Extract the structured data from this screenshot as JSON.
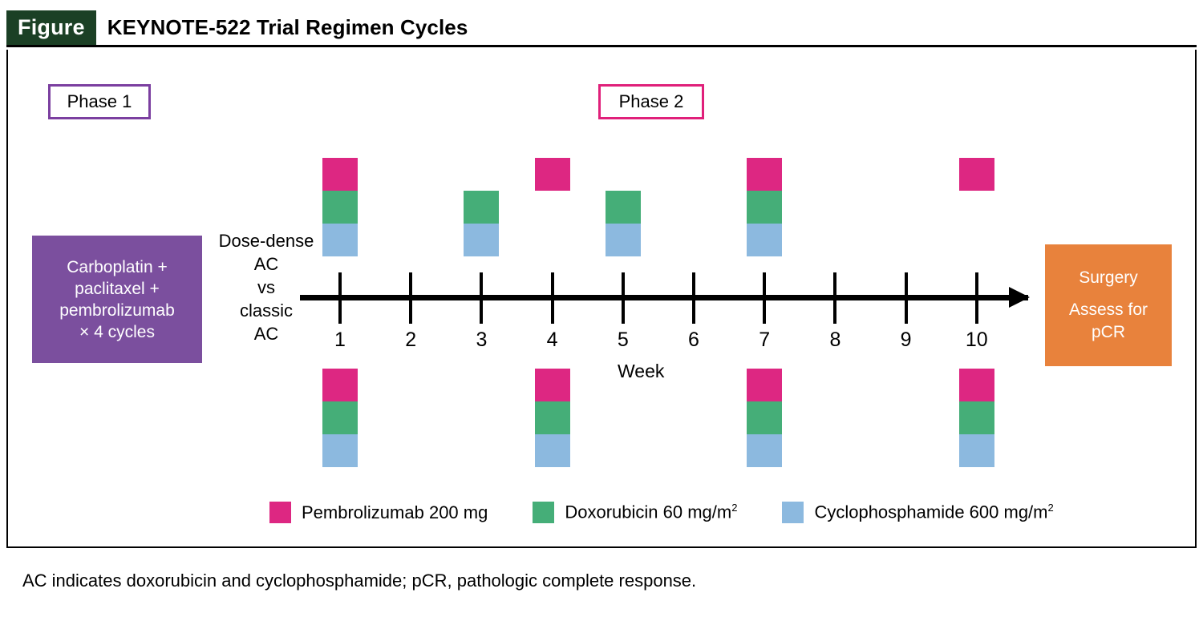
{
  "header": {
    "badge": "Figure",
    "title": "KEYNOTE-522 Trial Regimen Cycles"
  },
  "phases": [
    {
      "id": "phase-1",
      "label": "Phase 1",
      "border_color": "#7b3fa0"
    },
    {
      "id": "phase-2",
      "label": "Phase 2",
      "border_color": "#e0207a"
    }
  ],
  "induction_box": {
    "background": "#7b4f9e",
    "lines": [
      "Carboplatin +",
      "paclitaxel +",
      "pembrolizumab",
      "× 4 cycles"
    ]
  },
  "surgery_box": {
    "background": "#e8823c",
    "line1": "Surgery",
    "line2": "Assess for",
    "line3": "pCR"
  },
  "arm_label": {
    "lines": [
      "Dose-dense",
      "AC",
      "vs",
      "classic",
      "AC"
    ]
  },
  "axis": {
    "title": "Week",
    "ticks": [
      "1",
      "2",
      "3",
      "4",
      "5",
      "6",
      "7",
      "8",
      "9",
      "10"
    ]
  },
  "legend": [
    {
      "label": "Pembrolizumab 200 mg",
      "color": "#dd2782",
      "sup": ""
    },
    {
      "label": "Doxorubicin 60 mg/m",
      "color": "#45ae78",
      "sup": "2"
    },
    {
      "label": "Cyclophosphamide 600 mg/m",
      "color": "#8cb9df",
      "sup": "2"
    }
  ],
  "footnote": "AC indicates doxorubicin and cyclophosphamide; pCR, pathologic complete response.",
  "chart_data": {
    "type": "bar",
    "title": "KEYNOTE-522 Trial Regimen Cycles",
    "xlabel": "Week",
    "ylabel": "",
    "x": [
      1,
      2,
      3,
      4,
      5,
      6,
      7,
      8,
      9,
      10
    ],
    "xlim": [
      1,
      10
    ],
    "grid": false,
    "legend_position": "bottom",
    "drug_colors": {
      "pembrolizumab": "#dd2782",
      "doxorubicin": "#45ae78",
      "cyclophosphamide": "#8cb9df"
    },
    "rows": [
      {
        "name": "Dose-dense AC",
        "position": "above-axis",
        "bars": [
          {
            "week": 1,
            "segments": [
              "pembrolizumab",
              "doxorubicin",
              "cyclophosphamide"
            ],
            "align": "bottom"
          },
          {
            "week": 3,
            "segments": [
              "doxorubicin",
              "cyclophosphamide"
            ],
            "align": "bottom"
          },
          {
            "week": 4,
            "segments": [
              "pembrolizumab"
            ],
            "align": "top"
          },
          {
            "week": 5,
            "segments": [
              "doxorubicin",
              "cyclophosphamide"
            ],
            "align": "bottom"
          },
          {
            "week": 7,
            "segments": [
              "pembrolizumab",
              "doxorubicin",
              "cyclophosphamide"
            ],
            "align": "bottom"
          },
          {
            "week": 10,
            "segments": [
              "pembrolizumab"
            ],
            "align": "top"
          }
        ]
      },
      {
        "name": "Classic AC",
        "position": "below-axis",
        "bars": [
          {
            "week": 1,
            "segments": [
              "pembrolizumab",
              "doxorubicin",
              "cyclophosphamide"
            ],
            "align": "top"
          },
          {
            "week": 4,
            "segments": [
              "pembrolizumab",
              "doxorubicin",
              "cyclophosphamide"
            ],
            "align": "top"
          },
          {
            "week": 7,
            "segments": [
              "pembrolizumab",
              "doxorubicin",
              "cyclophosphamide"
            ],
            "align": "top"
          },
          {
            "week": 10,
            "segments": [
              "pembrolizumab",
              "doxorubicin",
              "cyclophosphamide"
            ],
            "align": "top"
          }
        ]
      }
    ]
  }
}
